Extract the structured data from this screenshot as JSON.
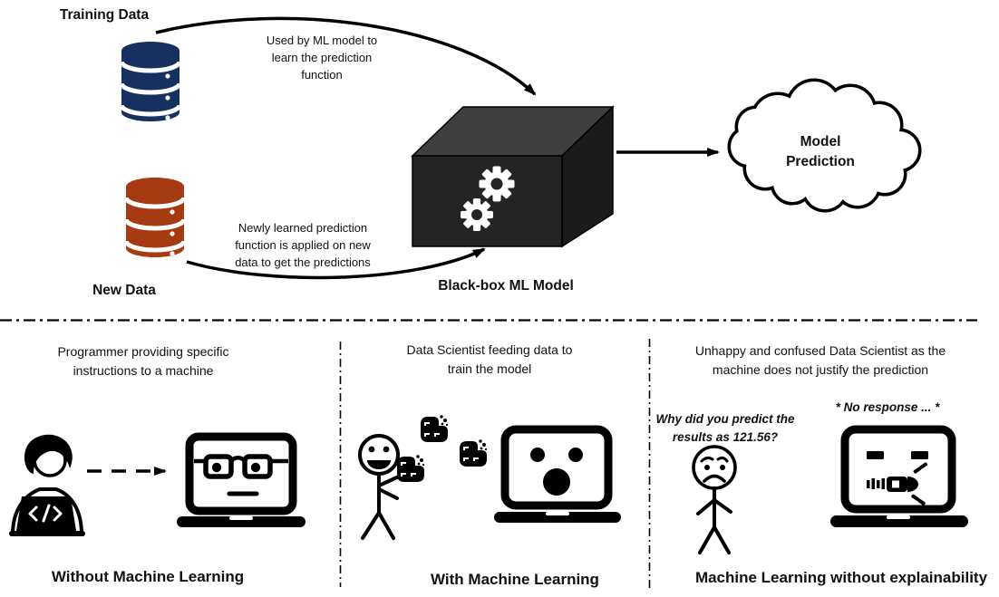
{
  "colors": {
    "training_db": "#16305F",
    "new_db": "#A63A10",
    "box_front": "#242424",
    "box_top": "#3F3F3F",
    "box_side": "#1B1B1B",
    "ink": "#000000",
    "background": "#FFFFFF"
  },
  "top_diagram": {
    "training_data_label": "Training Data",
    "new_data_label": "New Data",
    "training_arrow_note": "Used by ML model to\nlearn the prediction\nfunction",
    "new_arrow_note": "Newly learned prediction\nfunction is applied on new\ndata to get the predictions",
    "box_label": "Black-box ML Model",
    "cloud_label": "Model\nPrediction"
  },
  "panels": [
    {
      "title": "Programmer providing specific\ninstructions to a machine",
      "caption": "Without Machine Learning"
    },
    {
      "title": "Data Scientist feeding data to\ntrain the model",
      "caption": "With Machine Learning"
    },
    {
      "title": "Unhappy and confused Data Scientist as the\nmachine does not justify the prediction",
      "caption": "Machine Learning without explainability",
      "scientist_speech": "Why did you predict the\nresults as 121.56?",
      "machine_speech": "* No response ... *"
    }
  ],
  "icons": {
    "training-database-icon": "database-cylinder-stack",
    "new-database-icon": "database-cylinder-stack",
    "gear-icon": "⚙",
    "black-box-icon": "3d-black-cube",
    "cloud-icon": "cloud-outline",
    "programmer-at-laptop-icon": "person-coding-laptop",
    "code-icon": "</>",
    "laptop-glasses-face-icon": "laptop-with-glasses",
    "happy-data-scientist-icon": "stick-figure-smiling",
    "data-chunk-icon": "data-bits-block",
    "laptop-surprised-face-icon": "laptop-surprised",
    "worried-data-scientist-icon": "stick-figure-worried",
    "laptop-zipped-mouth-icon": "laptop-zipper-mouth"
  }
}
